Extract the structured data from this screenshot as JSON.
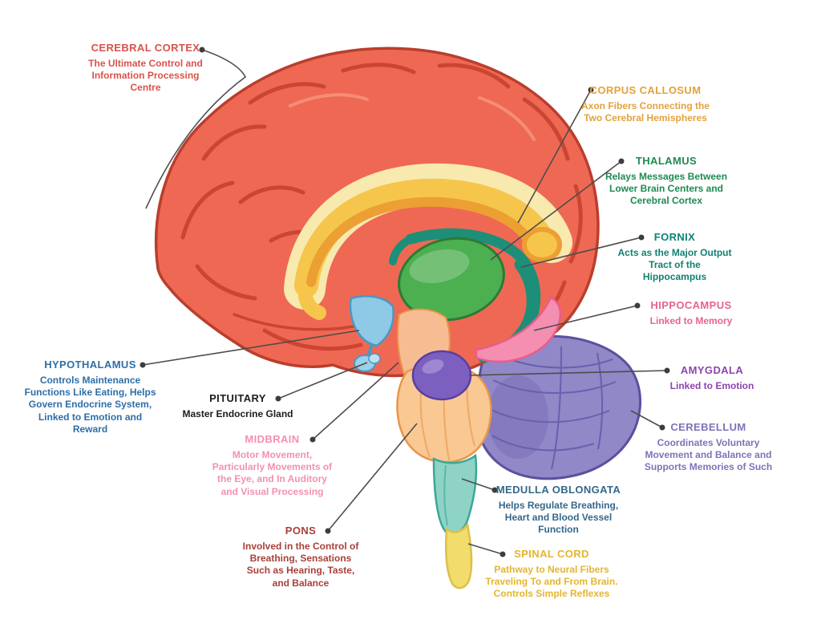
{
  "page": {
    "background": "#ffffff"
  },
  "labels": [
    {
      "id": "cerebral-cortex",
      "title": "CEREBRAL CORTEX",
      "description": "The Ultimate Control and Information Processing Centre",
      "color": "#d9534a"
    },
    {
      "id": "corpus-callosum",
      "title": "CORPUS CALLOSUM",
      "description": "Axon Fibers Connecting the Two Cerebral Hemispheres",
      "color": "#e2a23c"
    },
    {
      "id": "thalamus",
      "title": "THALAMUS",
      "description": "Relays Messages Between Lower Brain Centers and Cerebral Cortex",
      "color": "#1d8a50"
    },
    {
      "id": "fornix",
      "title": "FORNIX",
      "description": "Acts as the Major Output Tract of the Hippocampus",
      "color": "#0f8271"
    },
    {
      "id": "hippocampus",
      "title": "HIPPOCAMPUS",
      "description": "Linked to Memory",
      "color": "#e8628e"
    },
    {
      "id": "amygdala",
      "title": "AMYGDALA",
      "description": "Linked to Emotion",
      "color": "#8e44ad"
    },
    {
      "id": "cerebellum",
      "title": "CEREBELLUM",
      "description": "Coordinates Voluntary Movement and Balance and Supports Memories of Such",
      "color": "#7b74b8"
    },
    {
      "id": "medulla-oblongata",
      "title": "MEDULLA OBLONGATA",
      "description": "Helps Regulate Breathing, Heart and Blood Vessel Function",
      "color": "#34688a"
    },
    {
      "id": "spinal-cord",
      "title": "SPINAL CORD",
      "description": "Pathway to Neural Fibers Traveling To and From Brain. Controls Simple Reflexes",
      "color": "#e3b52e"
    },
    {
      "id": "pons",
      "title": "PONS",
      "description": "Involved in the Control of Breathing, Sensations Such as Hearing, Taste, and Balance",
      "color": "#a8403a"
    },
    {
      "id": "midbrain",
      "title": "MIDBRAIN",
      "description": "Motor Movement, Particularly Movements of the Eye, and In Auditory and Visual Processing",
      "color": "#f490ad"
    },
    {
      "id": "pituitary",
      "title": "PITUITARY",
      "description": "Master Endocrine Gland",
      "color": "#1c1c1c"
    },
    {
      "id": "hypothalamus",
      "title": "HYPOTHALAMUS",
      "description": "Controls Maintenance Functions Like Eating, Helps Govern Endocrine System, Linked to Emotion and Reward",
      "color": "#2d6ea8"
    }
  ],
  "brain_parts_palette": {
    "cerebrum": "#ef6854",
    "cerebrum_outline": "#b93e2c",
    "corpus_callosum_outer": "#f8e9ae",
    "corpus_callosum": "#f5c64b",
    "corpus_callosum_inner": "#ec9f33",
    "thalamus": "#4caf50",
    "fornix": "#1d8f78",
    "hippocampus": "#f48fb1",
    "amygdala": "#7d5fc0",
    "cerebellum": "#9188c7",
    "midbrain_stem": "#f6bd93",
    "pons": "#f9c893",
    "medulla": "#8ed3c6",
    "spinal_cord": "#f2dc6b",
    "hypothalamus": "#8ecae6",
    "leader_line": "#4d4d4d"
  }
}
